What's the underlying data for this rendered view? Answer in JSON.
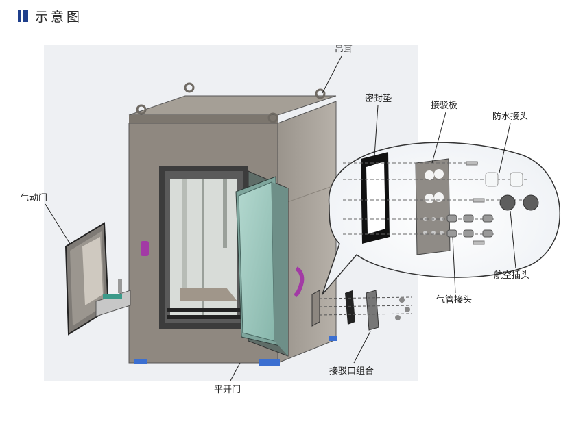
{
  "header": {
    "title": "示意图",
    "accent_color": "#1f3f8c"
  },
  "labels": {
    "lifting_ear": "吊耳",
    "seal_gasket": "密封垫",
    "adapter_plate": "接驳板",
    "waterproof_connector": "防水接头",
    "pneumatic_door": "气动门",
    "aviation_plug": "航空插头",
    "air_pipe_connector": "气管接头",
    "interface_assembly": "接驳口组合",
    "hinged_door": "平开门"
  },
  "colors": {
    "cabinet": "#8f8880",
    "door_glass": "#9cc4ba",
    "handle": "#a23aa5",
    "background_panel": "#eef0f3"
  }
}
